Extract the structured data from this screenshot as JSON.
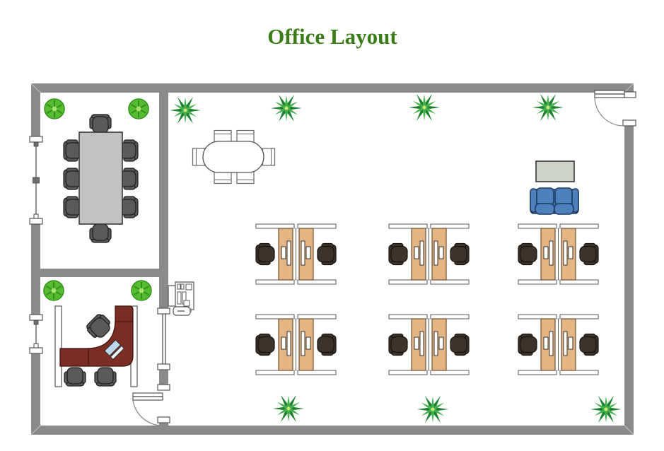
{
  "title": {
    "text": "Office Layout"
  },
  "palette": {
    "title_green": "#3a7d17",
    "wall_gray": "#8a8a8a",
    "table_gray": "#c2c2c2",
    "chair_gray": "#5a5a5a",
    "chair_brown": "#3e332b",
    "desk_wood": "#e4b483",
    "exec_desk_red": "#7b2d24",
    "sofa_blue": "#4d80bd",
    "side_table_sage": "#ccd3c6",
    "bush_green": "#55bd2f",
    "spiky_green_dark": "#1f8030",
    "spiky_green_light": "#43b04e",
    "laptop_blue": "#bdd7ee"
  },
  "rooms": [
    {
      "name": "conference-room",
      "position": "top-left",
      "furniture": [
        "conference-table",
        "office-chair x8",
        "round-plant x2",
        "window-in-left-wall"
      ]
    },
    {
      "name": "manager-office",
      "position": "bottom-left",
      "furniture": [
        "l-shaped-executive-desk",
        "executive-chair",
        "guest-chair x2",
        "laptop",
        "bookshelf x2",
        "round-plant x2",
        "window-in-left-wall",
        "interior-window",
        "door"
      ]
    },
    {
      "name": "open-office-area",
      "position": "right",
      "furniture": [
        "oval-meeting-table",
        "meeting-chair x6",
        "workstation-cluster x6 (2 desks, 2 monitors, 2 chairs each)",
        "sofa",
        "side-table",
        "printer",
        "spiky-plant x7",
        "entrance-door-top-right"
      ]
    }
  ]
}
